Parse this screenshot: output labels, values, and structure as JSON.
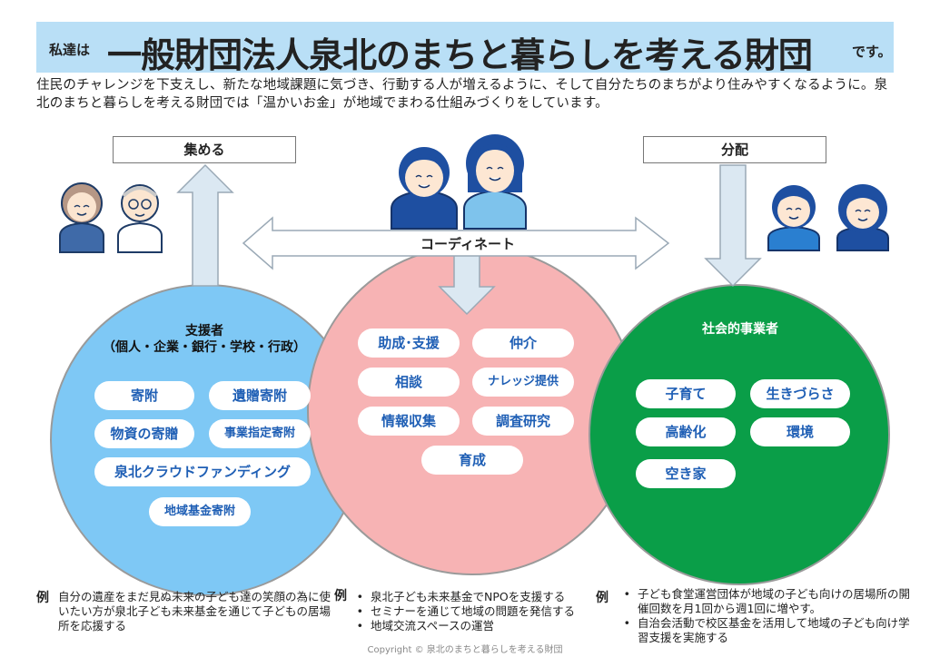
{
  "banner": {
    "prefix": "私達は",
    "main": "一般財団法人泉北のまちと暮らしを考える財団",
    "suffix": "です。"
  },
  "intro": "住民のチャレンジを下支えし、新たな地域課題に気づき、行動する人が増えるように、そして自分たちのまちがより住みやすくなるように。泉北のまちと暮らしを考える財団では「温かいお金」が地域でまわる仕組みづくりをしています。",
  "labels": {
    "collect": "集める",
    "distribute": "分配",
    "coordinate": "コーディネート"
  },
  "supporters": {
    "title_line1": "支援者",
    "title_line2": "（個人・企業・銀行・学校・行政）",
    "items": [
      "寄附",
      "遺贈寄附",
      "物資の寄贈",
      "事業指定寄附",
      "泉北クラウドファンディング",
      "地域基金寄附"
    ]
  },
  "center": {
    "items": [
      "助成･支援",
      "仲介",
      "相談",
      "ナレッジ提供",
      "情報収集",
      "調査研究",
      "育成"
    ]
  },
  "social": {
    "title": "社会的事業者",
    "items": [
      "子育て",
      "生きづらさ",
      "高齢化",
      "環境",
      "空き家"
    ]
  },
  "examples": {
    "mark": "例",
    "left": "自分の遺産をまだ見ぬ未来の子ども達の笑顔の為に使いたい方が泉北子ども未来基金を通じて子どもの居場所を応援する",
    "middle": [
      "泉北子ども未来基金でNPOを支援する",
      "セミナーを通じて地域の問題を発信する",
      "地域交流スペースの運営"
    ],
    "right": [
      "子ども食堂運営団体が地域の子ども向けの居場所の開催回数を月1回から週1回に増やす。",
      "自治会活動で校区基金を活用して地域の子ども向け学習支援を実施する"
    ]
  },
  "copyright": "Copyright © 泉北のまちと暮らしを考える財団",
  "colors": {
    "banner": "#b9dff6",
    "supporters_circle": "#7ec8f5",
    "center_circle": "#f7b3b4",
    "social_circle": "#0a9e48",
    "pill_text": "#1f5fb5",
    "arrow_fill": "#dbe8f2"
  }
}
